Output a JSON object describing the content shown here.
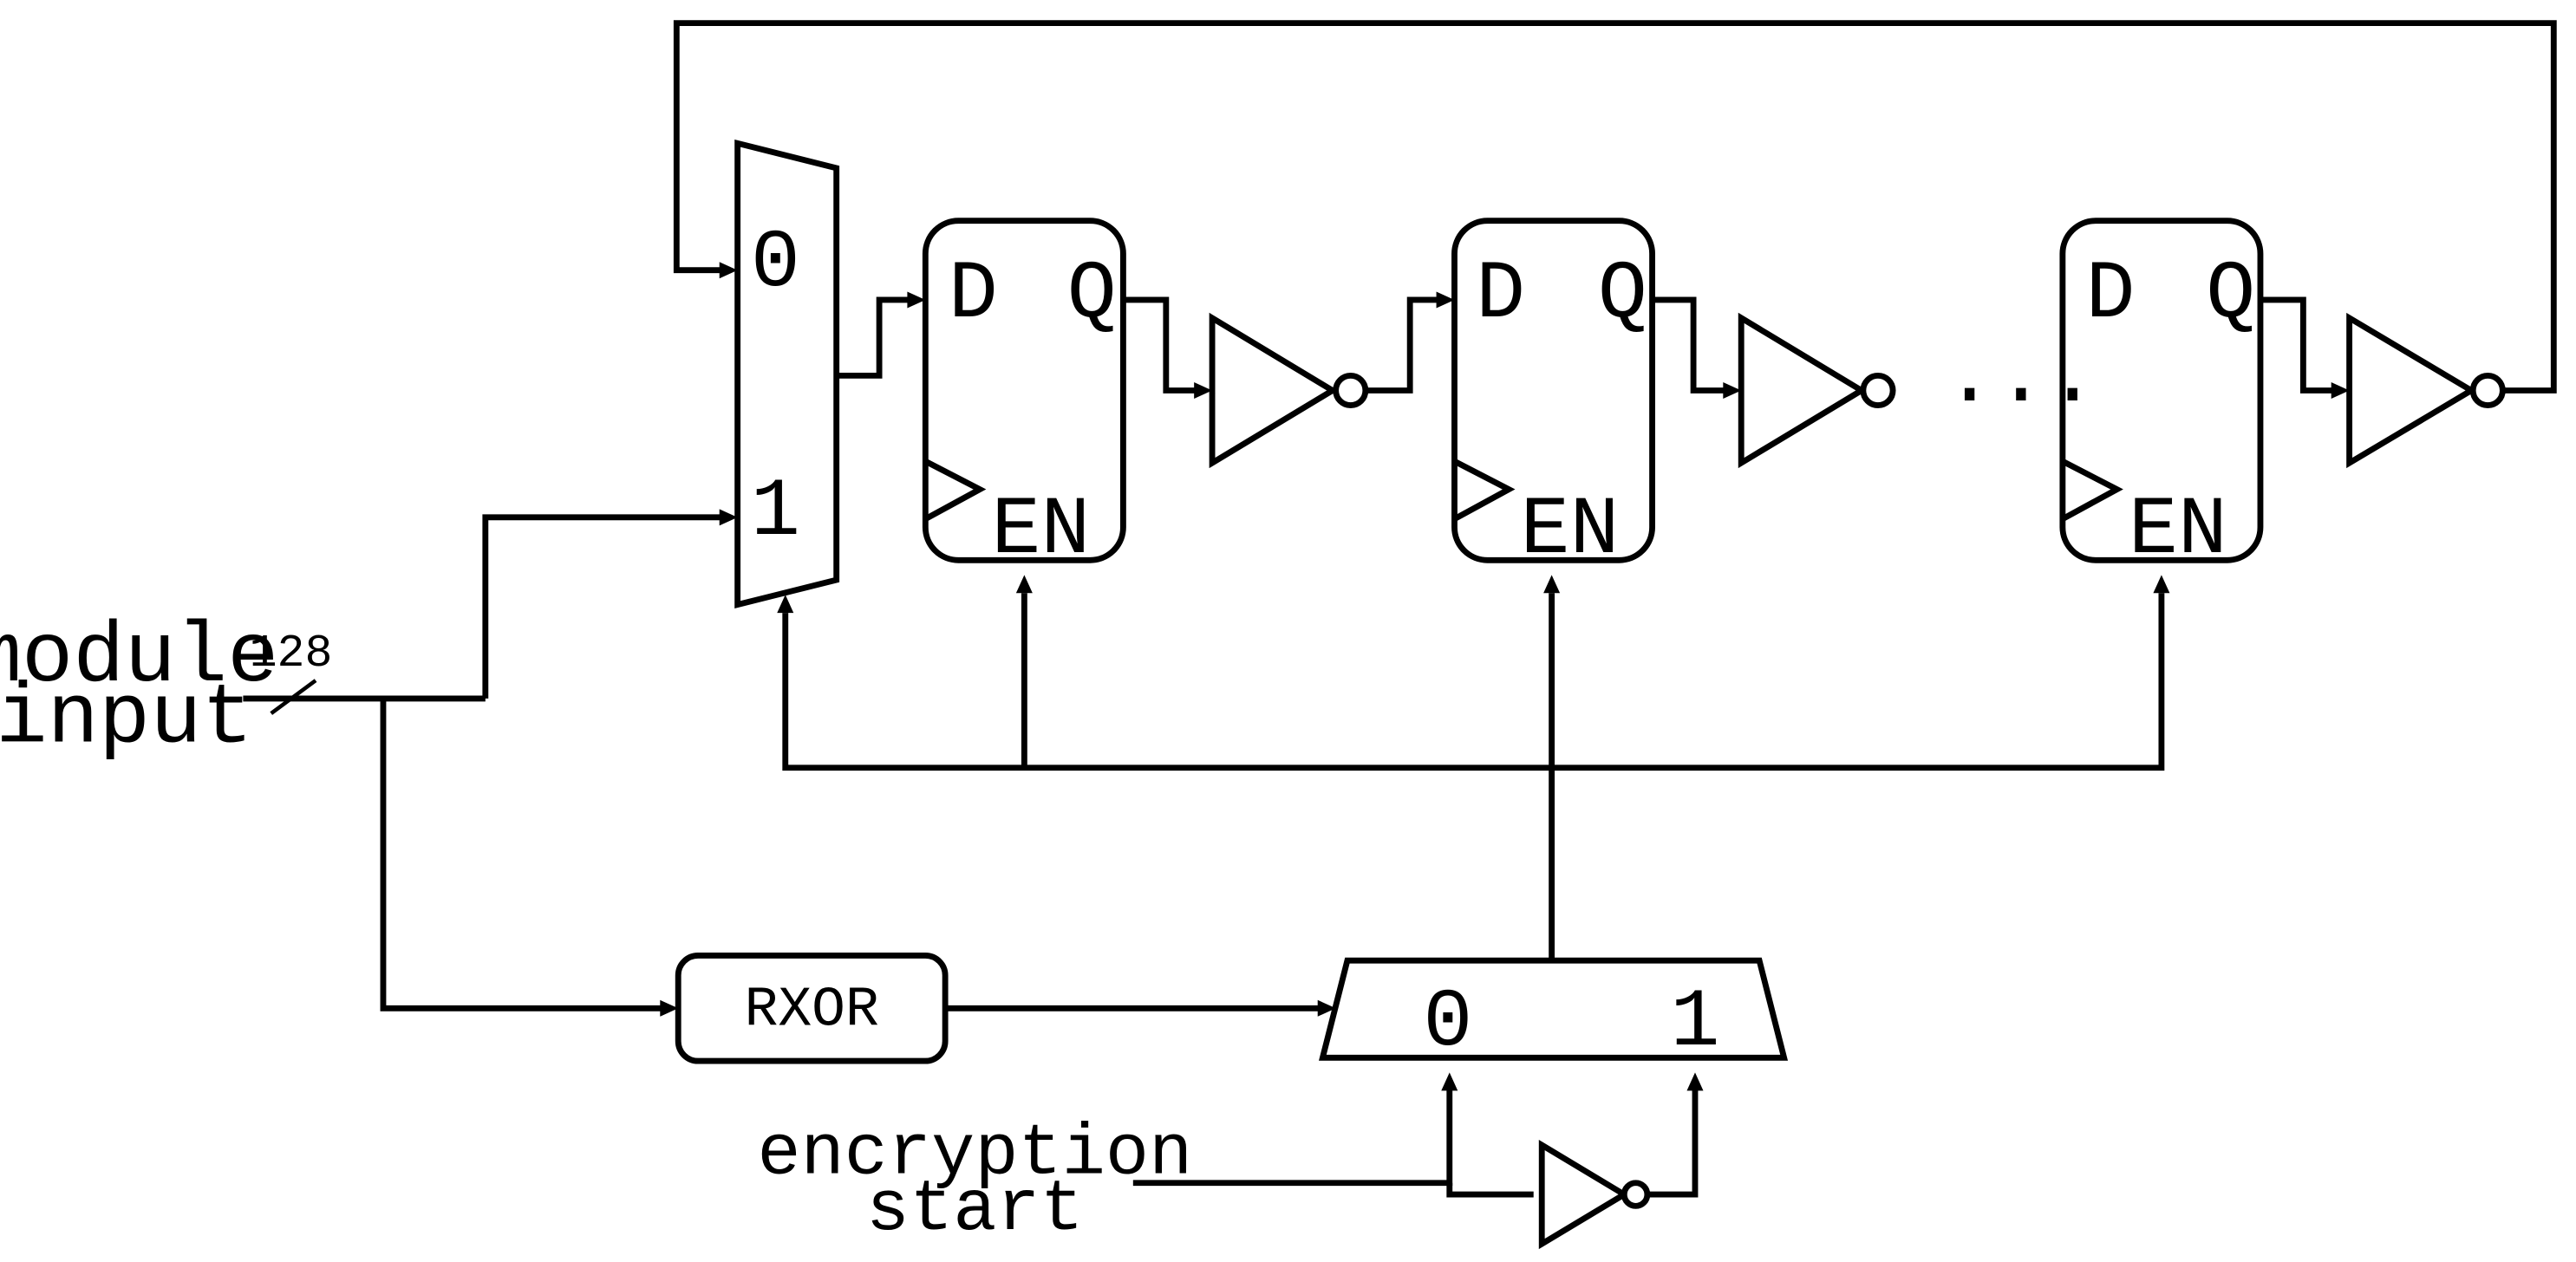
{
  "labels": {
    "module_input_1": "module",
    "module_input_2": "input",
    "bus_width": "128",
    "encryption_start_1": "encryption",
    "encryption_start_2": "start",
    "rxor": "RXOR",
    "ellipsis": "...",
    "mux_top": {
      "in0": "0",
      "in1": "1"
    },
    "mux_bottom": {
      "in0": "0",
      "in1": "1"
    },
    "flipflops": [
      {
        "d": "D",
        "q": "Q",
        "en": "EN"
      },
      {
        "d": "D",
        "q": "Q",
        "en": "EN"
      },
      {
        "d": "D",
        "q": "Q",
        "en": "EN"
      }
    ]
  }
}
